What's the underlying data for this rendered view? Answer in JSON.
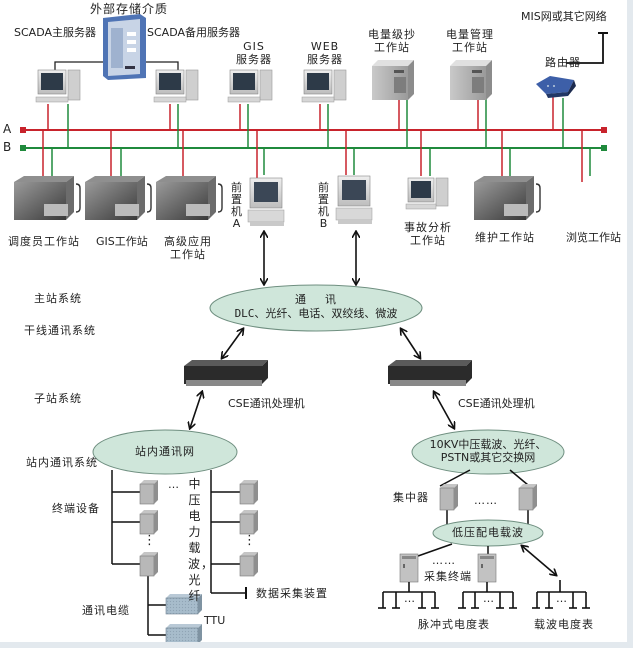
{
  "colors": {
    "bus_a": "#c8232c",
    "bus_b": "#1f8a3c",
    "ellipse_fill": "#cfe6da",
    "ellipse_stroke": "#6f8f80"
  },
  "top": {
    "storage": "外部存储介质",
    "scada_main": "SCADA主服务器",
    "scada_backup": "SCADA备用服务器",
    "gis_server": [
      "GIS",
      "服务器"
    ],
    "web_server": [
      "WEB",
      "服务器"
    ],
    "meter_read": [
      "电量级抄",
      "工作站"
    ],
    "meter_mgmt": [
      "电量管理",
      "工作站"
    ],
    "mis": "MIS网或其它网络",
    "router": "路由器"
  },
  "bus": {
    "a": "A",
    "b": "B"
  },
  "middle": {
    "dispatcher": "调度员工作站",
    "gis_ws": "GIS工作站",
    "advanced": [
      "高级应用",
      "工作站"
    ],
    "frontend_a": "前置机A",
    "frontend_b": "前置机B",
    "fault": [
      "事故分析",
      "工作站"
    ],
    "maintain": "维护工作站",
    "browse": "浏览工作站"
  },
  "levels": {
    "master": "主站系统",
    "trunk": "干线通讯系统",
    "substation": "子站系统",
    "intra": "站内通讯系统",
    "terminal": "终端设备",
    "cable": "通讯电缆"
  },
  "comm": {
    "title": "通    讯",
    "media": "DLC、光纤、电话、双绞线、微波",
    "cse_left": "CSE通讯处理机",
    "cse_right": "CSE通讯处理机"
  },
  "left_branch": {
    "net": "站内通讯网",
    "carrier": "中压电力载波，光纤",
    "dots": "…",
    "vdots": "⋮",
    "daq": "数据采集装置",
    "ttu": "TTU"
  },
  "right_branch": {
    "net": [
      "10KV中压载波、光纤、",
      "PSTN或其它交换网"
    ],
    "concentrator": "集中器",
    "hdots": "……",
    "lv": "低压配电载波",
    "collector": "采集终端",
    "pulse_meter": "脉冲式电度表",
    "carrier_meter": "载波电度表",
    "meter_dots": "…"
  }
}
